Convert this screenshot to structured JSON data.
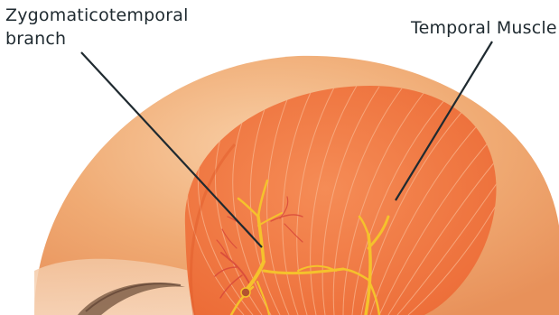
{
  "labels": {
    "zygomaticotemporal_line1": "Zygomaticotemporal",
    "zygomaticotemporal_line2": "branch",
    "temporal_muscle": "Temporal Muscle"
  },
  "colors": {
    "background": "#ffffff",
    "skin": "#efa56e",
    "skin_light": "#f6c79a",
    "muscle": "#f07a45",
    "muscle_stripes": "#f7b08a",
    "nerve": "#f6c531",
    "vessel": "#d94a3a",
    "leader_line": "#1f2a30",
    "text": "#1f2a30"
  }
}
